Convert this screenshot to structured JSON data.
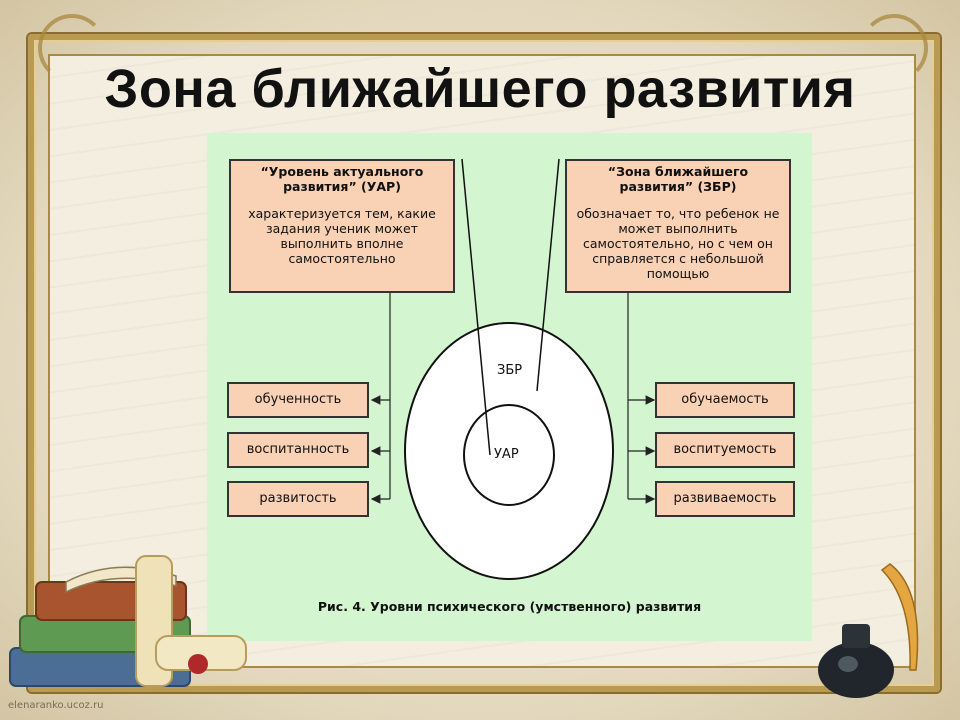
{
  "slide": {
    "title": "Зона ближайшего развития",
    "watermark": "elenaranko.ucoz.ru"
  },
  "diagram": {
    "uar_box": {
      "heading": "“Уровень актуального развития” (УАР)",
      "body": "характеризуется тем, какие задания ученик может выполнить вполне самостоятельно"
    },
    "zbr_box": {
      "heading": "“Зона ближайшего развития” (ЗБР)",
      "body": "обозначает то, что ребенок не может выполнить самостоятельно, но с чем он справляется с небольшой помощью"
    },
    "left_items": [
      "обученность",
      "воспитанность",
      "развитость"
    ],
    "right_items": [
      "обучаемость",
      "воспитуемость",
      "развиваемость"
    ],
    "outer_circle_label": "ЗБР",
    "inner_circle_label": "УАР",
    "caption": "Рис. 4. Уровни психического (умственного) развития"
  },
  "colors": {
    "diagram_background": "#d3f5cf",
    "box_fill": "#f9d1b4",
    "frame_gold": "#b99a52"
  }
}
